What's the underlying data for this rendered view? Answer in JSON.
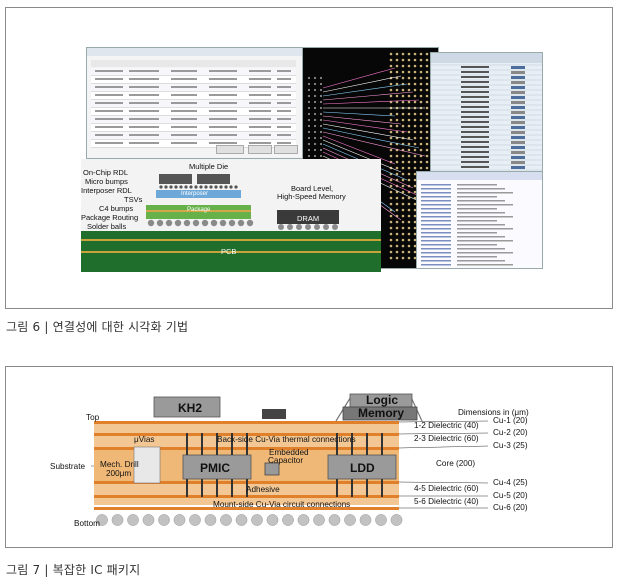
{
  "figure6": {
    "caption": "그림 6 | 연결성에 대한 시각화 기법",
    "package_labels": {
      "on_chip_rdl": "On-Chip RDL",
      "micro_bumps": "Micro bumps",
      "interposer_rdl": "Interposer RDL",
      "tsvs": "TSVs",
      "c4_bumps": "C4 bumps",
      "package_routing": "Package Routing",
      "solder_balls": "Solder balls",
      "multiple_die": "Multiple Die",
      "interposer": "Interposer",
      "package": "Package",
      "pcb": "PCB",
      "board_level_1": "Board Level,",
      "board_level_2": "High-Speed Memory",
      "dram": "DRAM"
    }
  },
  "figure7": {
    "caption": "그림 7 | 복잡한 IC 패키지",
    "labels": {
      "top": "Top",
      "bottom": "Bottom",
      "substrate": "Substrate",
      "kh2": "KH2",
      "logic": "Logic",
      "memory": "Memory",
      "pmic": "PMIC",
      "ldd": "LDD",
      "embedded_1": "Embedded",
      "embedded_2": "Capacitor",
      "adhesive": "Adhesive",
      "uvias": "μVias",
      "mech_drill_1": "Mech. Drill",
      "mech_drill_2": "200μm",
      "back_side": "Back-side Cu-Via thermal connections",
      "mount_side": "Mount-side Cu-Via circuit connections",
      "dimensions": "Dimensions in (μm)",
      "d12": "1-2 Dielectric (40)",
      "d23": "2-3 Dielectric (60)",
      "core": "Core (200)",
      "d45": "4-5 Dielectric (60)",
      "d56": "5-6 Dielectric (40)",
      "cu1": "Cu-1 (20)",
      "cu2": "Cu-2 (20)",
      "cu3": "Cu-3 (25)",
      "cu4": "Cu-4 (25)",
      "cu5": "Cu-5 (20)",
      "cu6": "Cu-6 (20)"
    },
    "colors": {
      "copper": "#e0802a",
      "dielectric": "#f3c794",
      "core": "#efb877",
      "chip": "#9a9a9a",
      "ball": "#c2c2c2"
    }
  }
}
